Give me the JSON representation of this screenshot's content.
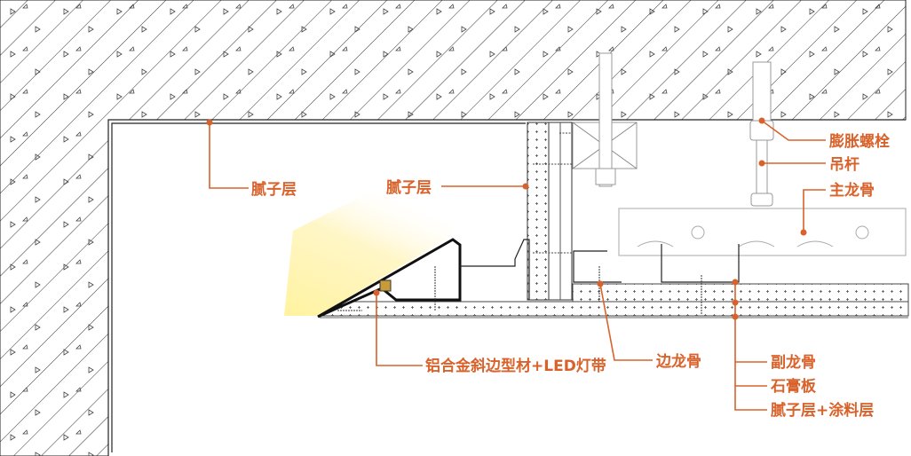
{
  "colors": {
    "accent": "#d9622b",
    "line": "#222222",
    "light": "#fff3b0"
  },
  "labels": {
    "putty_left": "腻子层",
    "putty_mid": "腻子层",
    "expansion_bolt": "膨胀螺栓",
    "hanger_rod": "吊杆",
    "main_keel": "主龙骨",
    "led_profile": "铝合金斜边型材+LED灯带",
    "edge_keel": "边龙骨",
    "secondary_keel": "副龙骨",
    "gypsum_board": "石膏板",
    "putty_paint": "腻子层+涂料层"
  }
}
